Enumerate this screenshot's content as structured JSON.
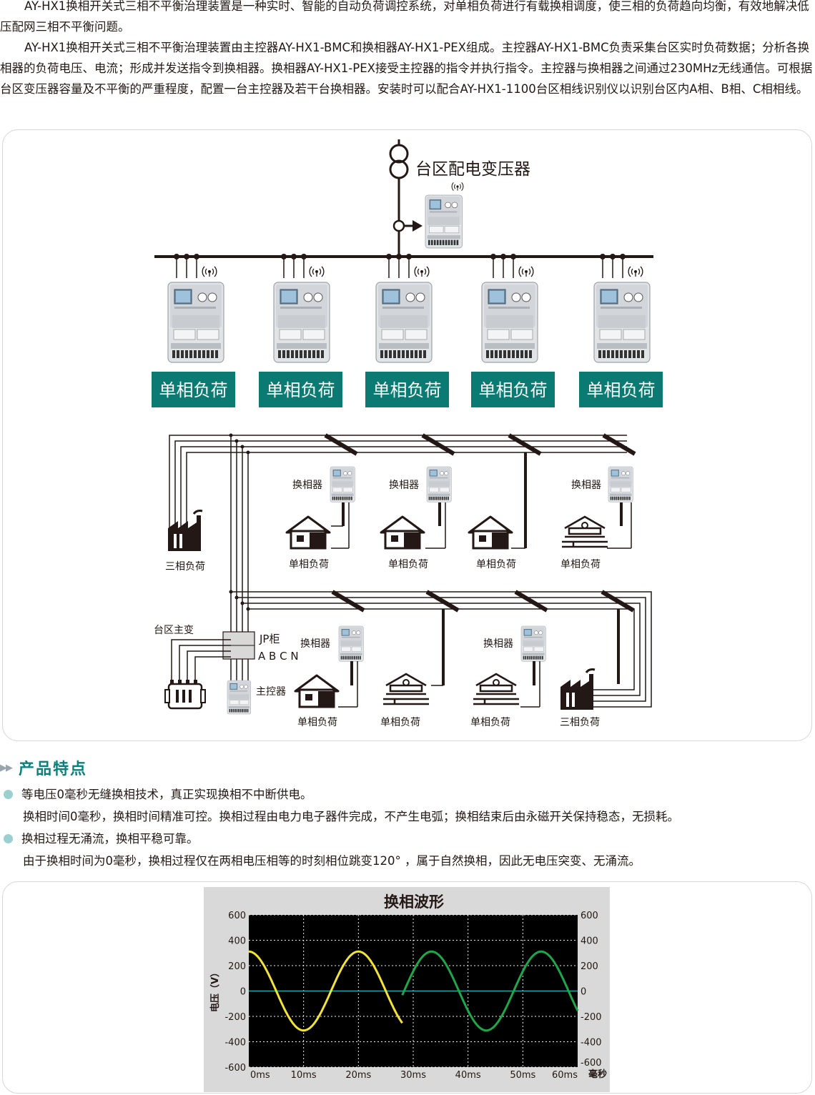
{
  "intro": {
    "p1": "AY-HX1换相开关式三相不平衡治理装置是一种实时、智能的自动负荷调控系统，对单相负荷进行有载换相调度，使三相的负荷趋向均衡，有效地解决低压配网三相不平衡问题。",
    "p2": "AY-HX1换相开关式三相不平衡治理装置由主控器AY-HX1-BMC和换相器AY-HX1-PEX组成。主控器AY-HX1-BMC负责采集台区实时负荷数据；分析各换相器的负荷电压、电流；形成并发送指令到换相器。换相器AY-HX1-PEX接受主控器的指令并执行指令。主控器与换相器之间通过230MHz无线通信。可根据台区变压器容量及不平衡的严重程度，配置一台主控器及若干台换相器。安装时可以配合AY-HX1-1100台区相线识别仪以识别台区内A相、B相、C相相线。"
  },
  "diagram": {
    "transformer_label": "台区配电变压器",
    "load_boxes": [
      "单相负荷",
      "单相负荷",
      "单相负荷",
      "单相负荷",
      "单相负荷"
    ],
    "upper": {
      "three_phase_label": "三相负荷",
      "switch_labels": [
        "换相器",
        "换相器",
        "换相器"
      ],
      "house_labels": [
        "单相负荷",
        "单相负荷",
        "单相负荷",
        "单相负荷"
      ]
    },
    "lower": {
      "main_transformer_label": "台区主变",
      "jp_label": "JP柜",
      "abcn_label": "A B C N",
      "controller_label": "主控器",
      "switch_labels": [
        "换相器",
        "换相器"
      ],
      "house_labels": [
        "单相负荷",
        "单相负荷",
        "单相负荷"
      ],
      "three_phase_label": "三相负荷"
    }
  },
  "features": {
    "heading": "产品特点",
    "items": [
      {
        "title": "等电压0毫秒无缝换相技术，真正实现换相不中断供电。",
        "desc": "换相时间0毫秒，换相时间精准可控。换相过程由电力电子器件完成，不产生电弧；换相结束后由永磁开关保持稳态，无损耗。"
      },
      {
        "title": "换相过程无涌流，换相平稳可靠。",
        "desc": "由于换相时间为0毫秒，换相过程仅在两相电压相等的时刻相位跳变120° ，属于自然换相，因此无电压突变、无涌流。"
      }
    ]
  },
  "chart_data": {
    "type": "line",
    "title": "换相波形",
    "ylabel": "电压（V）",
    "xlabel": "",
    "x_unit": "毫秒",
    "ylim": [
      -600,
      600
    ],
    "xlim": [
      0,
      60
    ],
    "yticks_left": [
      "600",
      "400",
      "200",
      "0",
      "-200",
      "-400",
      "-600"
    ],
    "yticks_right": [
      "600",
      "400",
      "200",
      "0",
      "-200",
      "-400",
      "-600"
    ],
    "xticks": [
      "0ms",
      "10ms",
      "20ms",
      "30ms",
      "40ms",
      "50ms",
      "60ms"
    ],
    "grid": true,
    "amplitude": 311,
    "period_ms": 20,
    "switch_time_ms": 28,
    "phase_jump_deg": 120,
    "series": [
      {
        "color": "#f2e23a",
        "x_range": [
          0,
          28
        ],
        "phase_deg": 90
      },
      {
        "color": "#1fa64a",
        "x_range": [
          28,
          60
        ],
        "phase_deg": 210
      }
    ],
    "colors": {
      "background": "#000000",
      "frame": "#d9d9d9",
      "grid": "#f0f0f0",
      "zero_line": "#2aa5a5"
    }
  },
  "colors": {
    "accent": "#0f7f7c",
    "load_box": "#0a7a72",
    "heading": "#0f7f7c"
  }
}
